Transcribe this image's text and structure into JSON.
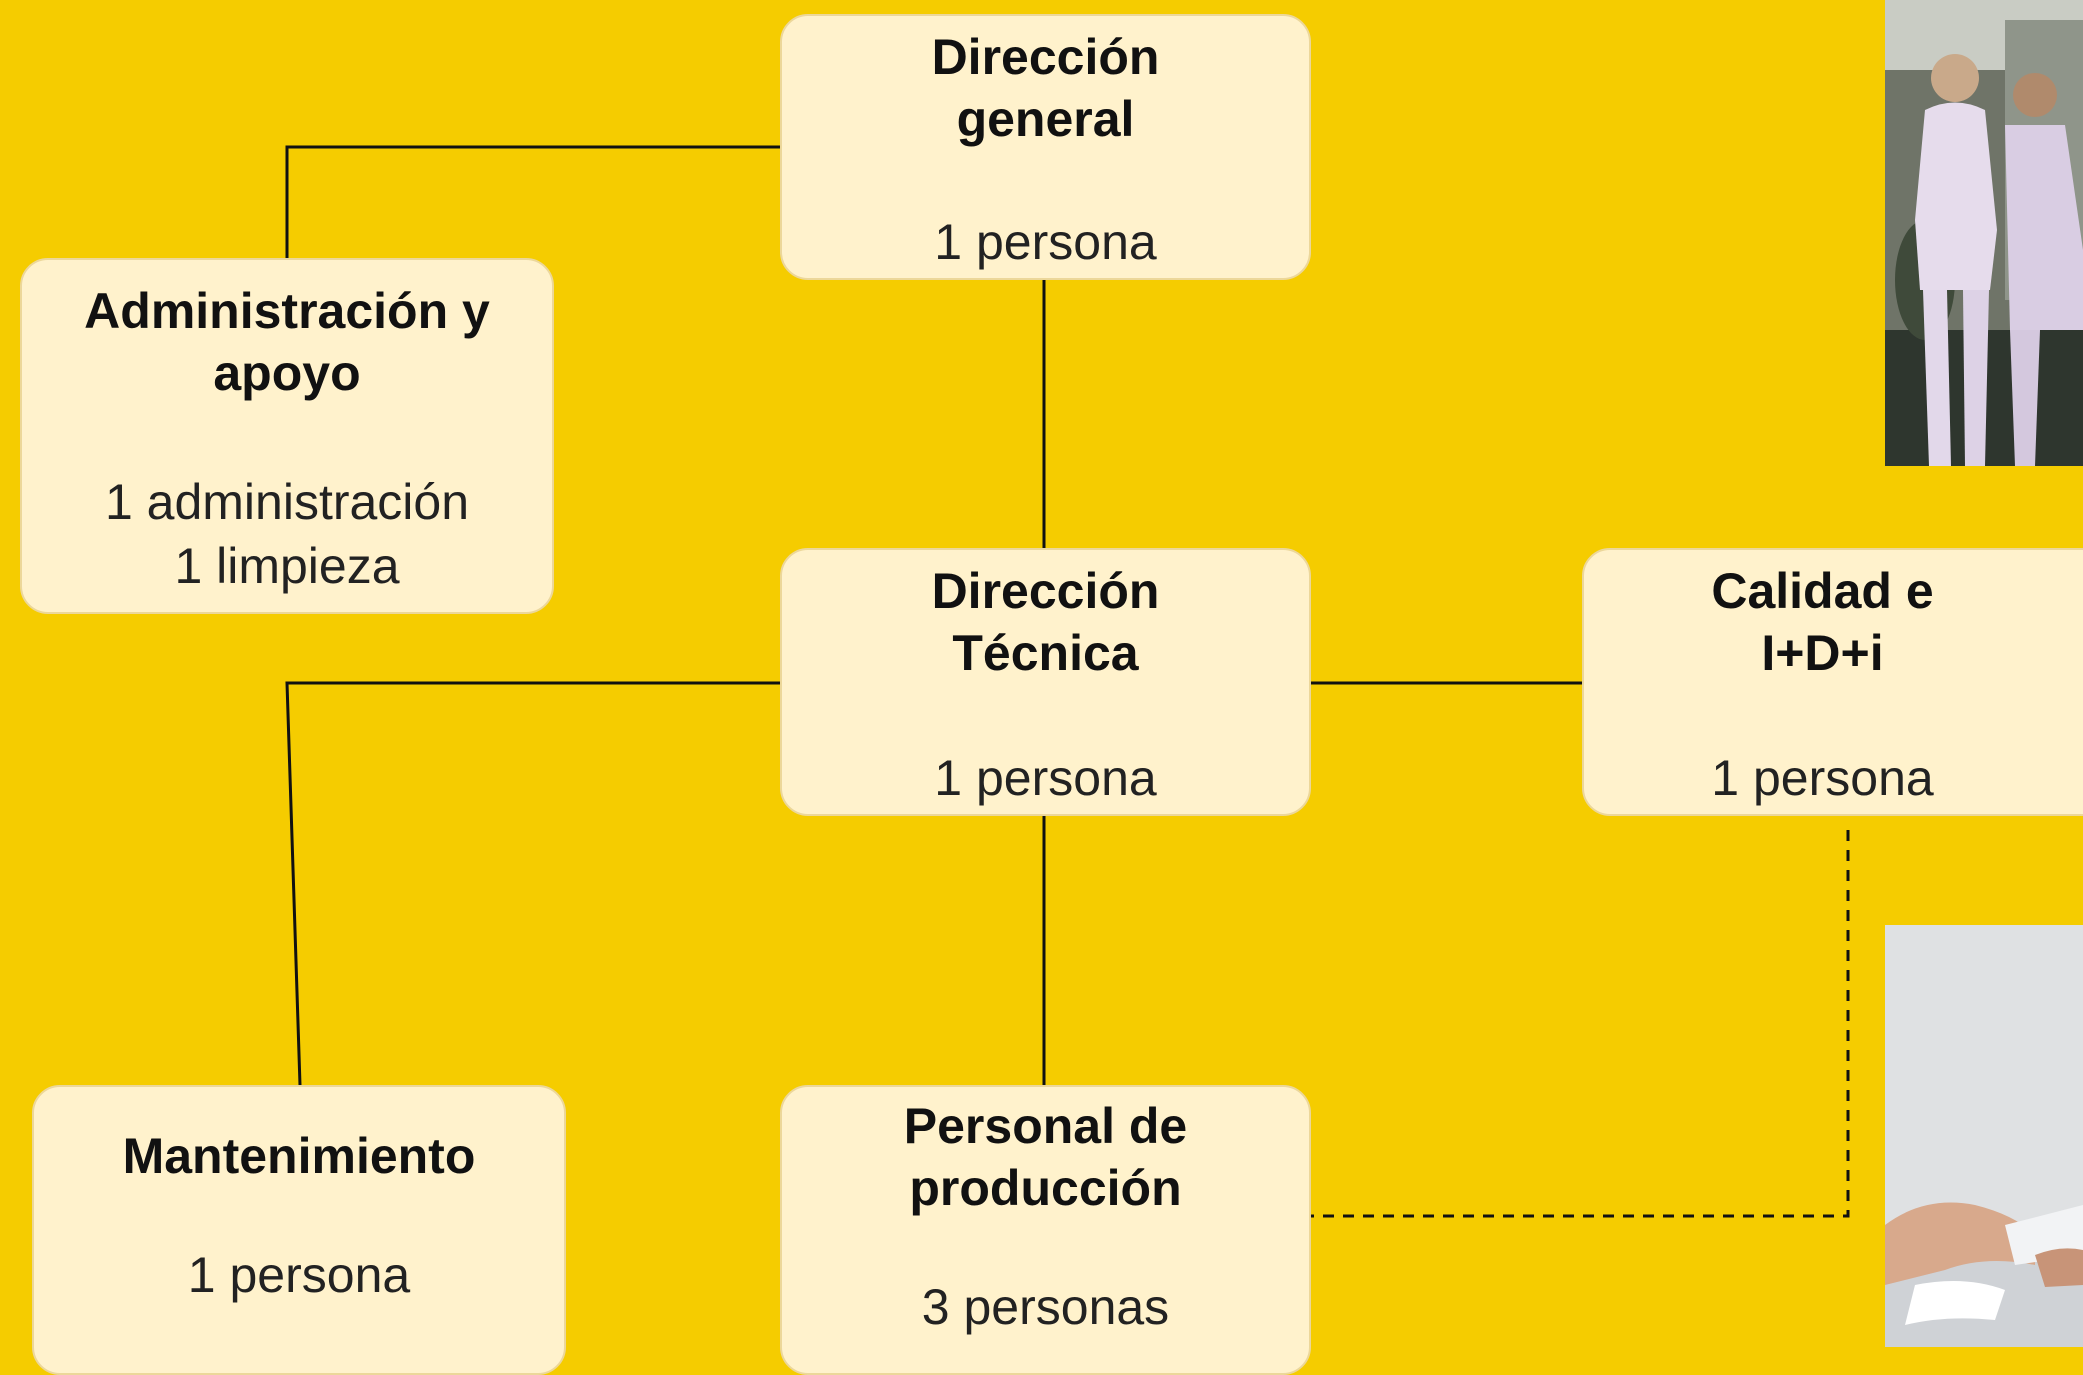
{
  "nodes": {
    "direccion_general": {
      "title": "Dirección\ngeneral",
      "detail": "1 persona"
    },
    "administracion": {
      "title": "Administración y\napoyo",
      "detail": "1 administración\n1 limpieza"
    },
    "direccion_tecnica": {
      "title": "Dirección\nTécnica",
      "detail": "1 persona"
    },
    "calidad": {
      "title": "Calidad e\nI+D+i",
      "detail": "1 persona"
    },
    "mantenimiento": {
      "title": "Mantenimiento",
      "detail": "1 persona"
    },
    "produccion": {
      "title": "Personal de\nproducción",
      "detail": "3 personas"
    }
  },
  "images": {
    "top_photo": "photo-staff-in-corridor",
    "bottom_photo": "photo-hands-with-gloves"
  },
  "colors": {
    "background": "#f5cc00",
    "box_fill": "#fff2cc",
    "connector": "#111111"
  }
}
